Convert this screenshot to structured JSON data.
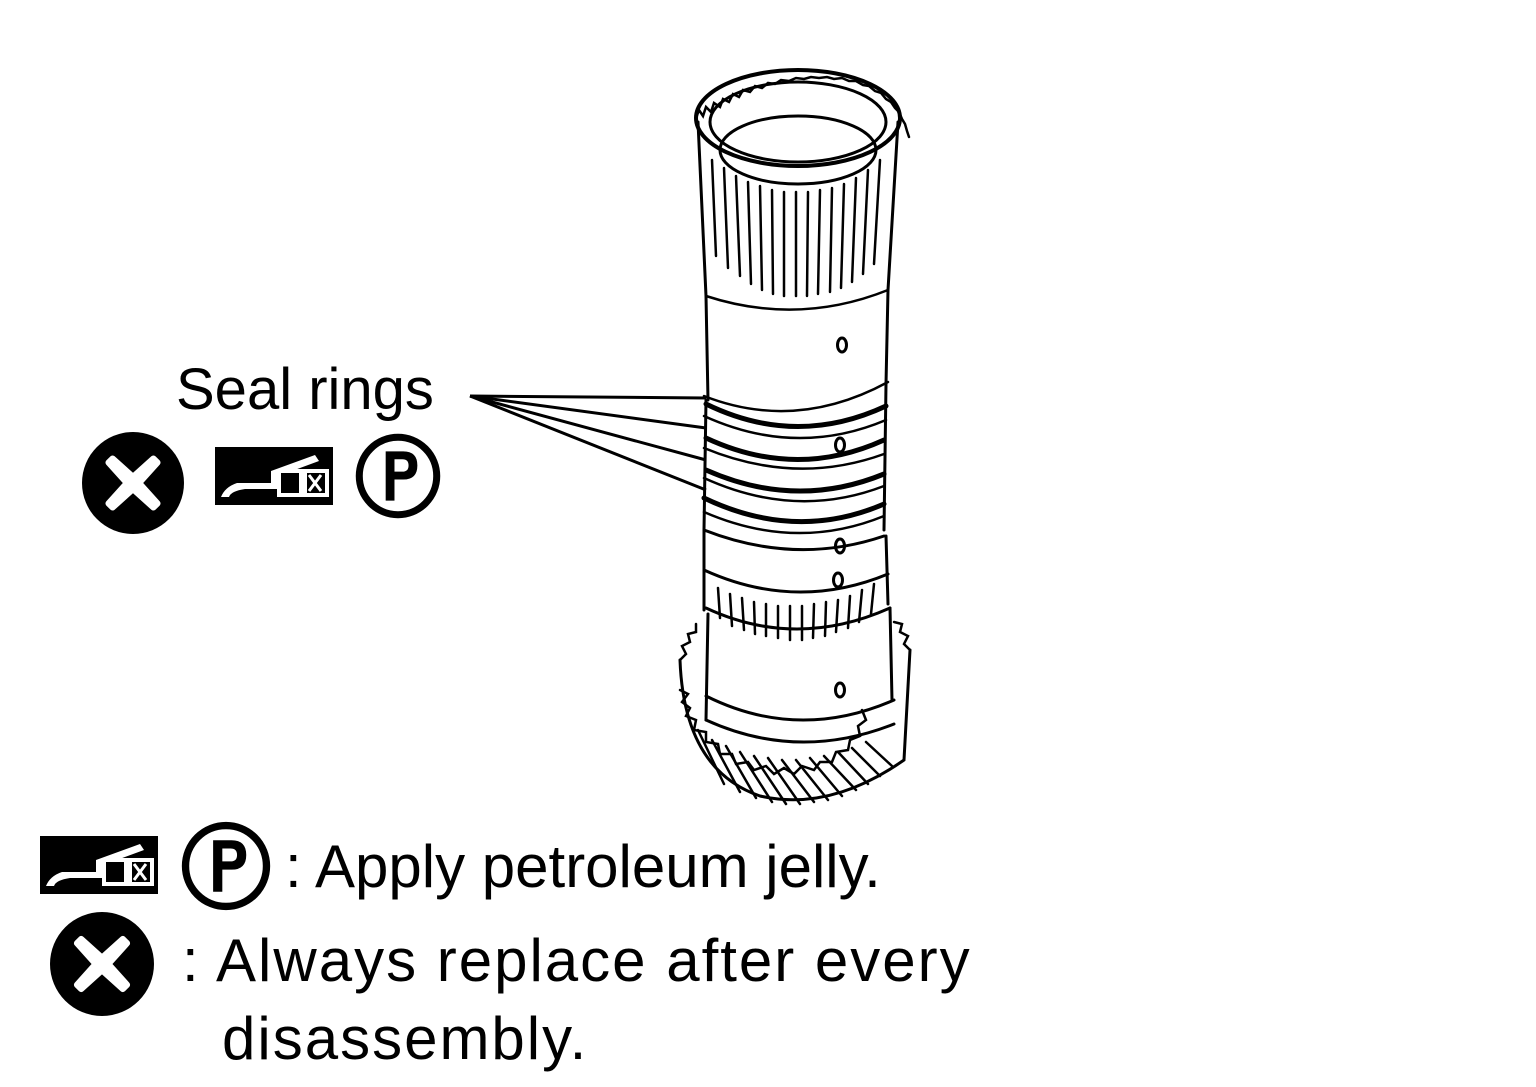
{
  "diagram": {
    "callout_label": "Seal rings",
    "callout_symbols": [
      "replace-x-icon",
      "petroleum-jelly-tube-icon",
      "petroleum-p-icon"
    ],
    "part_icon": "input-shaft-drawing"
  },
  "legend": {
    "jelly_text": ": Apply petroleum jelly.",
    "replace_text_line1": ":  Always replace after every",
    "replace_text_line2": "disassembly."
  },
  "symbols": {
    "p_letter": "P"
  },
  "colors": {
    "ink": "#000000",
    "paper": "#ffffff"
  }
}
